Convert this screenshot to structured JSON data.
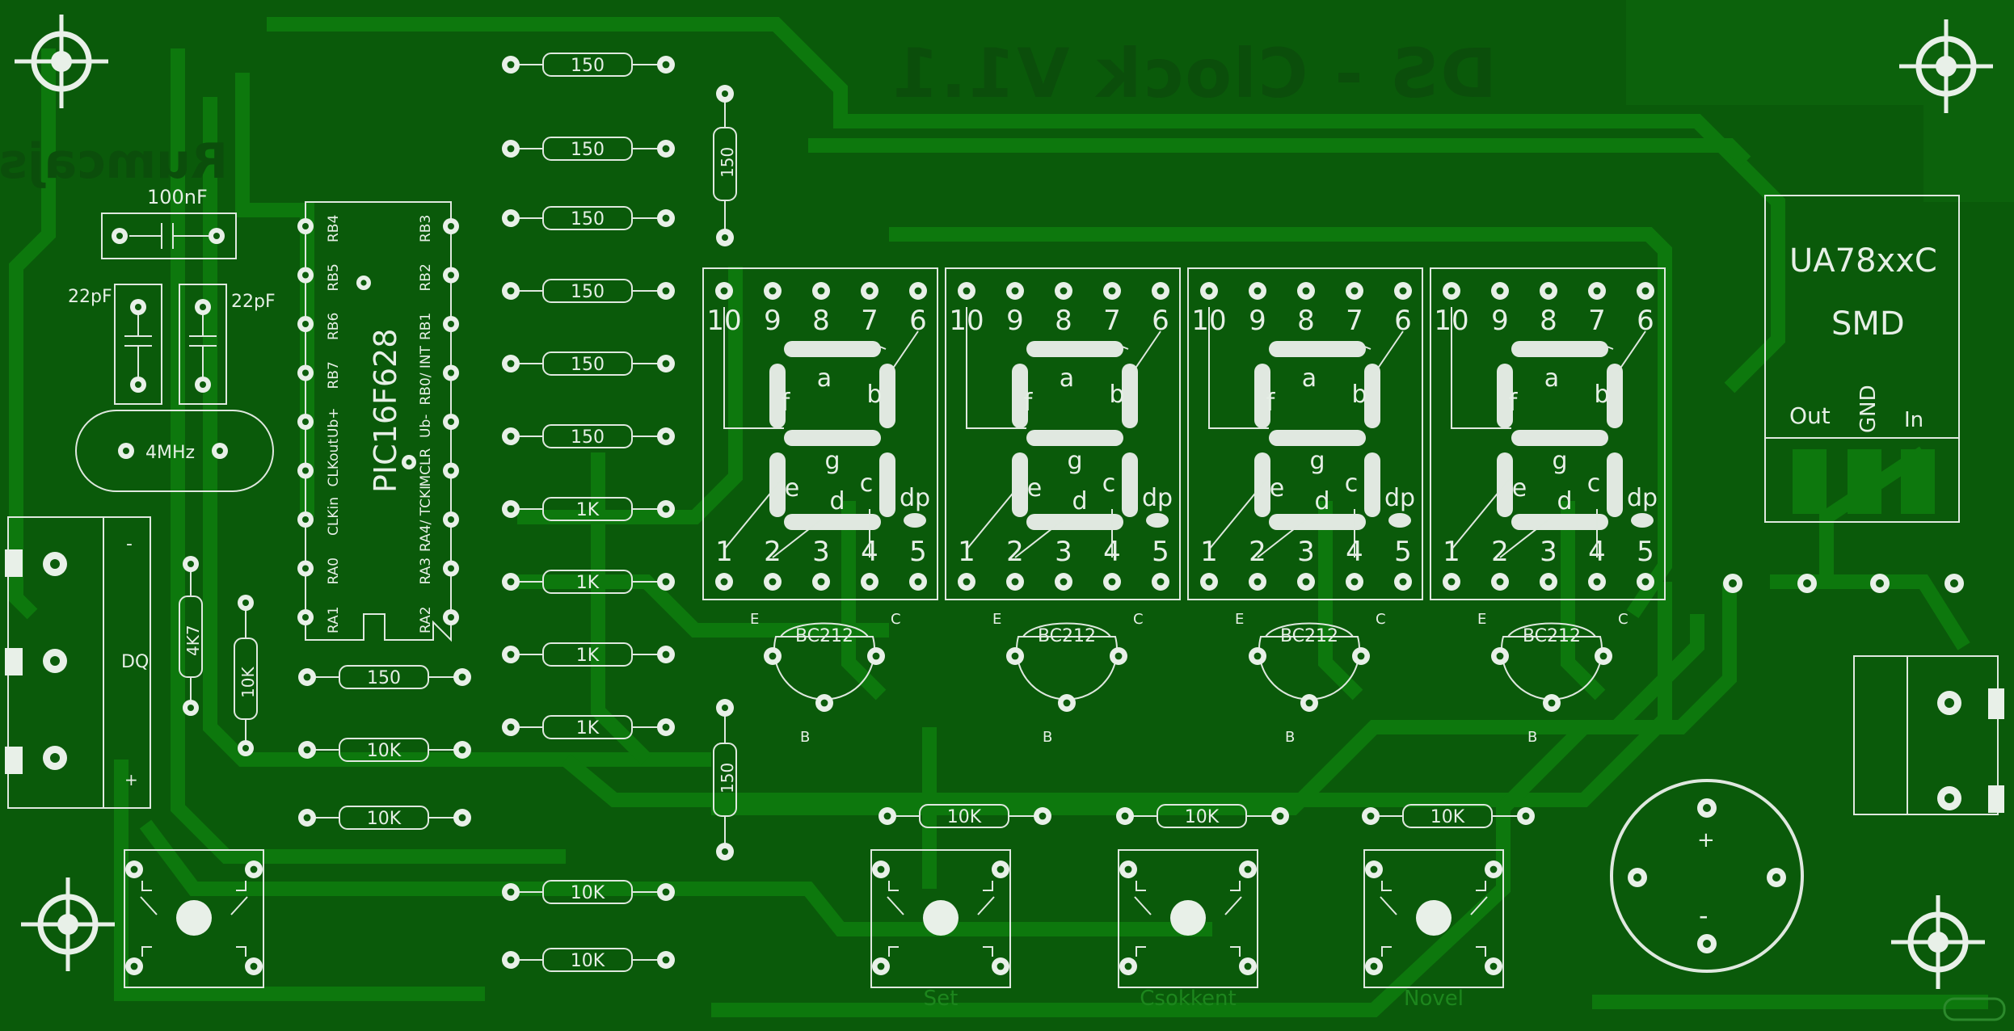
{
  "board": {
    "title_mirrored": "DS - Clock V1.1",
    "author_mirrored": "Rumcajsz",
    "colors": {
      "board": "#0a5a0a",
      "trace": "#0d780d",
      "silk": "#dfe8df",
      "pad": "#e8f0e8"
    }
  },
  "components": {
    "ic": {
      "name": "PIC16F628",
      "pins_left": [
        "RB4",
        "RB5",
        "RB6",
        "RB7",
        "Ub+",
        "CLKout",
        "CLKin",
        "RA0",
        "RA1"
      ],
      "pins_right": [
        "RB3",
        "RB2",
        "RB1",
        "RB0/ INT",
        "Ub-",
        "MCLR",
        "RA4/ TCKI",
        "RA3",
        "RA2"
      ]
    },
    "capacitor_main": "100nF",
    "cap_left": "22pF",
    "cap_right": "22pF",
    "crystal": "4MHz",
    "regulator": {
      "name": "UA78xxC",
      "package": "SMD",
      "pins": [
        "Out",
        "GND",
        "In"
      ]
    },
    "connector_left": {
      "label": "DQ",
      "minus": "-",
      "plus": "+"
    },
    "sensor_res_a": "4K7",
    "sensor_res_b": "10K",
    "resistor_column": [
      "150",
      "150",
      "150",
      "150",
      "150",
      "150",
      "1K",
      "1K",
      "1K",
      "1K",
      "10K",
      "10K"
    ],
    "resistor_vertical_top": "150",
    "resistor_vertical_bottom": "150",
    "resistors_ic_bottom": [
      "150",
      "10K",
      "10K"
    ],
    "button_resistors": [
      "10K",
      "10K",
      "10K"
    ],
    "buttons": [
      "Set",
      "Csokkent",
      "Novel"
    ],
    "display": {
      "top_pins": [
        "10",
        "9",
        "8",
        "7",
        "6"
      ],
      "bottom_pins": [
        "1",
        "2",
        "3",
        "4",
        "5"
      ],
      "segments": [
        "a",
        "b",
        "c",
        "d",
        "e",
        "f",
        "g",
        "dp"
      ]
    },
    "transistor": {
      "name": "BC212",
      "e": "E",
      "c": "C",
      "b": "B"
    },
    "elcap": {
      "plus": "+",
      "minus": "-"
    }
  }
}
